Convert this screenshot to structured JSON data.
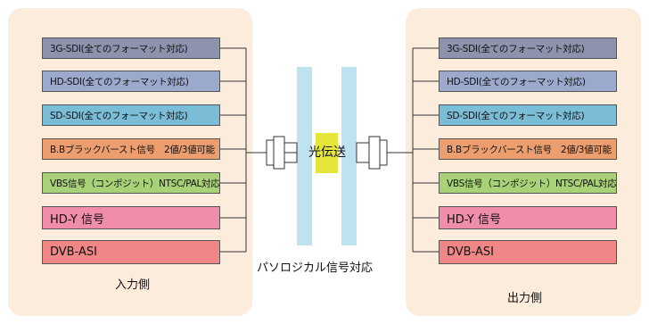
{
  "input_side": {
    "label": "入力側",
    "signals": [
      {
        "label": "3G-SDI(全てのフォーマット対応)",
        "color": "#8e93ad"
      },
      {
        "label": "HD-SDI(全てのフォーマット対応)",
        "color": "#9aa9cc"
      },
      {
        "label": "SD-SDI(全てのフォーマット対応)",
        "color": "#7bbcd6"
      },
      {
        "label": "B.Bブラックバースト信号　2値/3値可能",
        "color": "#ec9e6f"
      },
      {
        "label": "VBS信号（コンポジット）NTSC/PAL対応",
        "color": "#a9d178"
      },
      {
        "label": "HD-Y 信号",
        "color": "#f08daa"
      },
      {
        "label": "DVB-ASI",
        "color": "#f08686"
      }
    ]
  },
  "output_side": {
    "label": "出力側",
    "signals": [
      {
        "label": "3G-SDI(全てのフォーマット対応)",
        "color": "#8e93ad"
      },
      {
        "label": "HD-SDI(全てのフォーマット対応)",
        "color": "#9aa9cc"
      },
      {
        "label": "SD-SDI(全てのフォーマット対応)",
        "color": "#7bbcd6"
      },
      {
        "label": "B.Bブラックバースト信号　2値/3値可能",
        "color": "#ec9e6f"
      },
      {
        "label": "VBS信号（コンポジット）NTSC/PAL対応",
        "color": "#a9d178"
      },
      {
        "label": "HD-Y 信号",
        "color": "#f08daa"
      },
      {
        "label": "DVB-ASI",
        "color": "#f08686"
      }
    ]
  },
  "transmission": {
    "label": "光伝送",
    "caption": "パソロジカル信号対応"
  },
  "colors": {
    "panel_background": "#fbecdc",
    "fiber": "#bfe2f0",
    "highlight": "#e6e63a"
  }
}
